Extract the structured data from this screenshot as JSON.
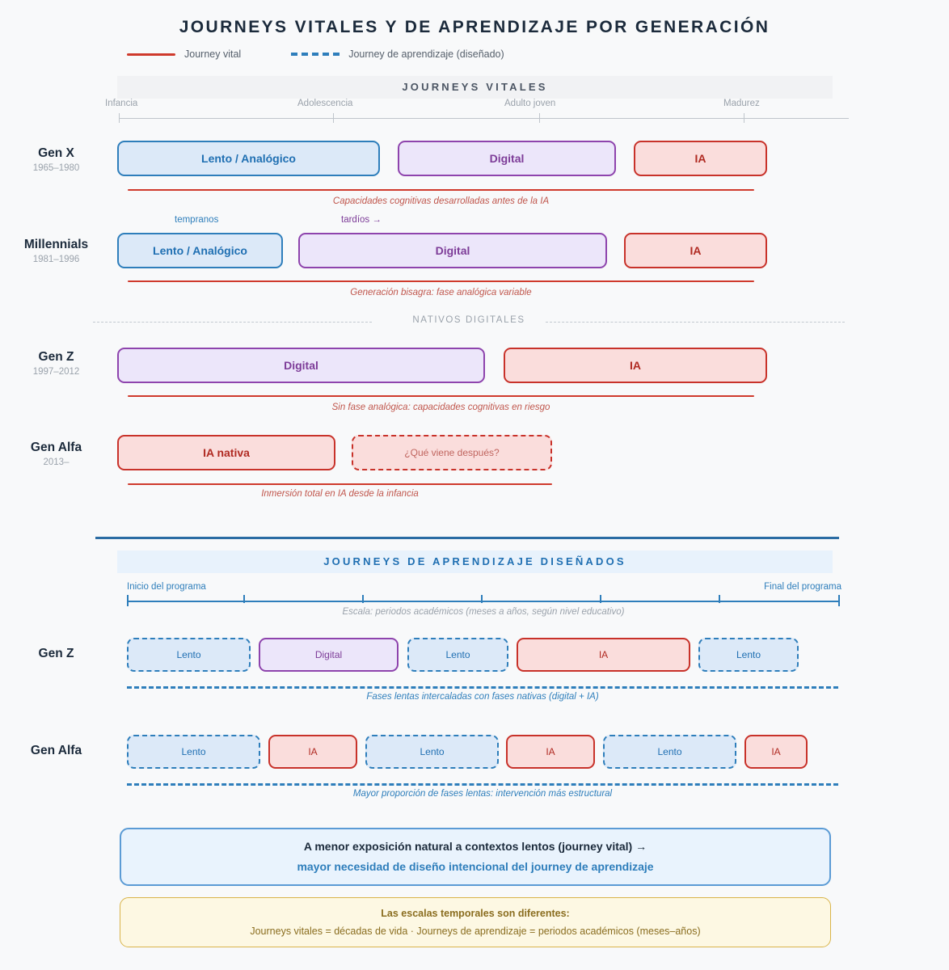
{
  "title": "JOURNEYS VITALES Y DE APRENDIZAJE POR GENERACIÓN",
  "colors": {
    "background": "#f8f9fa",
    "vital_red": "#cf3a2c",
    "learning_blue": "#2e7ebb",
    "digital_purple": "#8e44ad",
    "ai_red": "#c8322a",
    "slow_blue": "#2e7ebb",
    "accent_yellow": "#d9b44a"
  },
  "legend": [
    {
      "label": "Journey vital",
      "style": "solid",
      "color": "#cf3a2c"
    },
    {
      "label": "Journey de aprendizaje (diseñado)",
      "style": "dashed",
      "color": "#2e7ebb"
    }
  ],
  "vital_section": {
    "band_title": "JOURNEYS VITALES",
    "axis_labels": [
      "Infancia",
      "Adolescencia",
      "Adulto joven",
      "Madurez"
    ],
    "rows": [
      {
        "name": "Gen X",
        "years": "1965–1980",
        "phases": [
          {
            "label": "Lento / Analógico",
            "kind": "slow"
          },
          {
            "label": "Digital",
            "kind": "digital"
          },
          {
            "label": "IA",
            "kind": "ai"
          }
        ],
        "caption": "Capacidades cognitivas desarrolladas antes de la IA"
      },
      {
        "name": "Millennials",
        "years": "1981–1996",
        "sublabels": [
          "tempranos",
          "tardíos →"
        ],
        "phases": [
          {
            "label": "Lento / Analógico",
            "kind": "slow"
          },
          {
            "label": "Digital",
            "kind": "digital"
          },
          {
            "label": "IA",
            "kind": "ai"
          }
        ],
        "caption": "Generación bisagra: fase analógica variable"
      },
      {
        "name": "Gen Z",
        "years": "1997–2012",
        "phases": [
          {
            "label": "Digital",
            "kind": "digital"
          },
          {
            "label": "IA",
            "kind": "ai"
          }
        ],
        "caption": "Sin fase analógica: capacidades cognitivas en riesgo"
      },
      {
        "name": "Gen Alfa",
        "years": "2013–",
        "phases": [
          {
            "label": "IA nativa",
            "kind": "ai"
          },
          {
            "label": "¿Qué viene después?",
            "kind": "ai-dashed"
          }
        ],
        "caption": "Inmersión total en IA desde la infancia"
      }
    ],
    "divider_label": "NATIVOS DIGITALES"
  },
  "learning_section": {
    "band_title": "JOURNEYS DE APRENDIZAJE DISEÑADOS",
    "axis_start": "Inicio del programa",
    "axis_end": "Final del programa",
    "axis_note": "Escala: periodos académicos (meses a años, según nivel educativo)",
    "rows": [
      {
        "name": "Gen Z",
        "phases": [
          {
            "label": "Lento",
            "kind": "slow-dashed"
          },
          {
            "label": "Digital",
            "kind": "digital"
          },
          {
            "label": "Lento",
            "kind": "slow-dashed"
          },
          {
            "label": "IA",
            "kind": "ai"
          },
          {
            "label": "Lento",
            "kind": "slow-dashed"
          }
        ],
        "caption": "Fases lentas intercaladas con fases nativas (digital + IA)"
      },
      {
        "name": "Gen Alfa",
        "phases": [
          {
            "label": "Lento",
            "kind": "slow-dashed"
          },
          {
            "label": "IA",
            "kind": "ai"
          },
          {
            "label": "Lento",
            "kind": "slow-dashed"
          },
          {
            "label": "IA",
            "kind": "ai"
          },
          {
            "label": "Lento",
            "kind": "slow-dashed"
          },
          {
            "label": "IA",
            "kind": "ai"
          }
        ],
        "caption": "Mayor proporción de fases lentas: intervención más estructural"
      }
    ]
  },
  "conclusion": {
    "line1": "A menor exposición natural a contextos lentos (journey vital) →",
    "line2": "mayor necesidad de diseño intencional del journey de aprendizaje"
  },
  "note": {
    "line1": "Las escalas temporales son diferentes:",
    "line2": "Journeys vitales = décadas de vida · Journeys de aprendizaje = periodos académicos (meses–años)"
  }
}
